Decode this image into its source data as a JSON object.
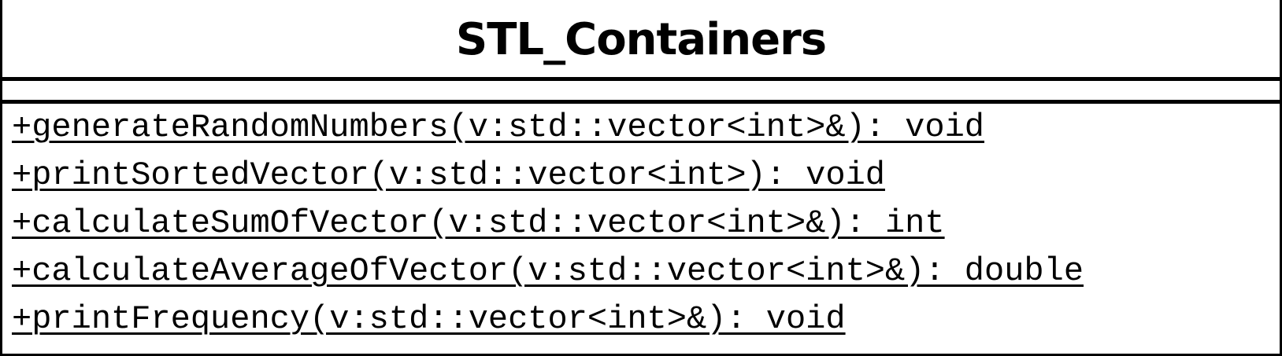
{
  "class": {
    "name": "STL_Containers",
    "attributes": [],
    "methods": [
      "+generateRandomNumbers(v:std::vector<int>&): void",
      "+printSortedVector(v:std::vector<int>): void",
      "+calculateSumOfVector(v:std::vector<int>&): int",
      "+calculateAverageOfVector(v:std::vector<int>&): double",
      "+printFrequency(v:std::vector<int>&): void"
    ]
  },
  "colors": {
    "border": "#000000",
    "background": "#ffffff",
    "text": "#000000"
  }
}
